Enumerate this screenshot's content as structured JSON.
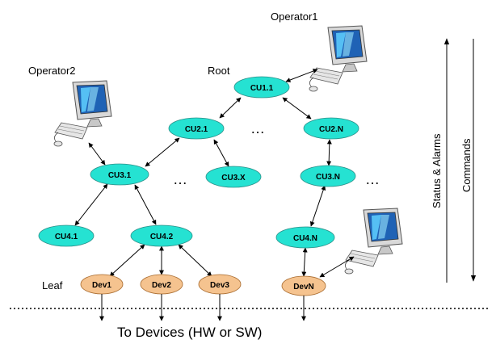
{
  "labels": {
    "operator1": "Operator1",
    "operator2": "Operator2",
    "root": "Root",
    "leaf": "Leaf",
    "status_alarms": "Status & Alarms",
    "commands": "Commands",
    "to_devices": "To Devices (HW or SW)",
    "ellipsis": "…"
  },
  "nodes": {
    "cu1_1": "CU1.1",
    "cu2_1": "CU2.1",
    "cu2_n": "CU2.N",
    "cu3_1": "CU3.1",
    "cu3_x": "CU3.X",
    "cu3_n": "CU3.N",
    "cu4_1": "CU4.1",
    "cu4_2": "CU4.2",
    "cu4_n": "CU4.N",
    "dev1": "Dev1",
    "dev2": "Dev2",
    "dev3": "Dev3",
    "devn": "DevN"
  },
  "colors": {
    "cu_fill": "#25e2d2",
    "dev_fill": "#f5c38f"
  },
  "icons": {
    "operator_terminal": "computer-terminal-icon"
  }
}
